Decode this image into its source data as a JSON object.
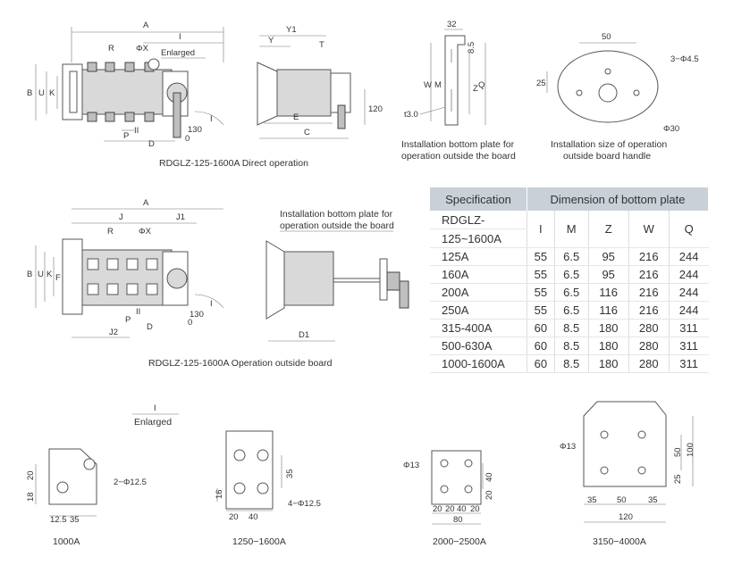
{
  "captions": {
    "direct": "RDGLZ-125-1600A Direct operation",
    "outside": "RDGLZ-125-1600A Operation outside board",
    "plate_top": "Installation bottom plate for operation outside the board",
    "handle_size": "Installation size of operation outside board handle",
    "plate_mid": "Installation bottom plate for operation outside the board",
    "enlarged_key": "Enlarged"
  },
  "plate_top_lines": [
    "Installation bottom plate for",
    "operation outside the board"
  ],
  "handle_lines": [
    "Installation size of operation",
    "outside board handle"
  ],
  "plate_mid_lines": [
    "Installation bottom plate for",
    "operation outside the board"
  ],
  "labels": {
    "A": "A",
    "I": "I",
    "R": "R",
    "PhiX": "ΦX",
    "Enlarged": "Enlarged",
    "B": "B",
    "U": "U",
    "K": "K",
    "P": "P",
    "II": "II",
    "D": "D",
    "val130": "130",
    "zero": "0",
    "Y1": "Y1",
    "Y": "Y",
    "T": "T",
    "E": "E",
    "C": "C",
    "val120": "120",
    "val32": "32",
    "val85": "8.5",
    "W": "W",
    "M": "M",
    "Z": "Z",
    "Q": "Q",
    "t30": "t3.0",
    "val50": "50",
    "val25": "25",
    "holes": "3−Φ4.5",
    "phi30": "Φ30",
    "J": "J",
    "J1": "J1",
    "J2": "J2",
    "F": "F",
    "D1": "D1"
  },
  "table": {
    "header_spec": "Specification",
    "header_dim": "Dimension of bottom plate",
    "model_line1": "RDGLZ-",
    "model_line2": "125~1600A",
    "columns": [
      "I",
      "M",
      "Z",
      "W",
      "Q"
    ],
    "rows": [
      {
        "spec": "125A",
        "values": [
          "55",
          "6.5",
          "95",
          "216",
          "244"
        ]
      },
      {
        "spec": "160A",
        "values": [
          "55",
          "6.5",
          "95",
          "216",
          "244"
        ]
      },
      {
        "spec": "200A",
        "values": [
          "55",
          "6.5",
          "116",
          "216",
          "244"
        ]
      },
      {
        "spec": "250A",
        "values": [
          "55",
          "6.5",
          "116",
          "216",
          "244"
        ]
      },
      {
        "spec": "315-400A",
        "values": [
          "60",
          "8.5",
          "180",
          "280",
          "311"
        ]
      },
      {
        "spec": "500-630A",
        "values": [
          "60",
          "8.5",
          "180",
          "280",
          "311"
        ]
      },
      {
        "spec": "1000-1600A",
        "values": [
          "60",
          "8.5",
          "180",
          "280",
          "311"
        ]
      }
    ]
  },
  "terminals": {
    "t1000": {
      "caption": "1000A",
      "d20": "20",
      "d18": "18",
      "d125": "12.5",
      "d35": "35",
      "holes": "2−Φ12.5"
    },
    "t1250": {
      "caption": "1250−1600A",
      "d35": "35",
      "d16": "16",
      "d20": "20",
      "d40": "40",
      "holes": "4−Φ12.5"
    },
    "t2000": {
      "caption": "2000−2500A",
      "phi": "Φ13",
      "d40": "40",
      "d20a": "20",
      "d20b": "20",
      "d20c": "20",
      "d40b": "40",
      "d20d": "20",
      "d80": "80"
    },
    "t3150": {
      "caption": "3150−4000A",
      "phi": "Φ13",
      "d100": "100",
      "d50": "50",
      "d25": "25",
      "d35a": "35",
      "d50b": "50",
      "d35b": "35",
      "d120": "120"
    }
  }
}
